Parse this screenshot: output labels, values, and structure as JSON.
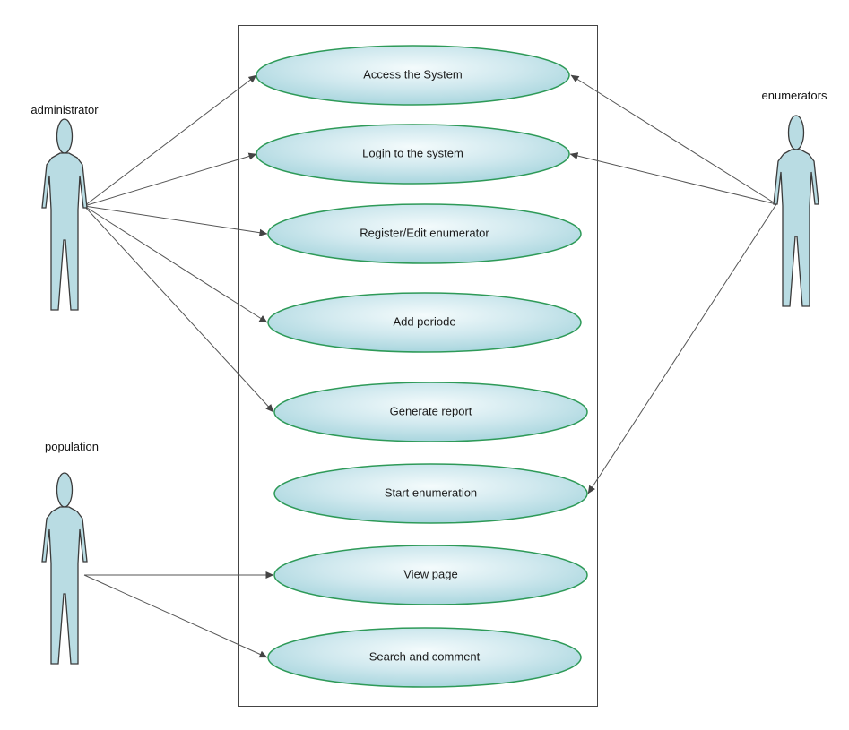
{
  "diagram": {
    "actors": [
      {
        "id": "administrator",
        "label": "administrator"
      },
      {
        "id": "enumerators",
        "label": "enumerators"
      },
      {
        "id": "population",
        "label": "population"
      }
    ],
    "use_cases": [
      {
        "id": "access",
        "label": "Access the System"
      },
      {
        "id": "login",
        "label": "Login to the system"
      },
      {
        "id": "register",
        "label": "Register/Edit enumerator"
      },
      {
        "id": "periode",
        "label": "Add periode"
      },
      {
        "id": "report",
        "label": "Generate report"
      },
      {
        "id": "enumeration",
        "label": "Start enumeration"
      },
      {
        "id": "viewpage",
        "label": "View page"
      },
      {
        "id": "search",
        "label": "Search and comment"
      }
    ],
    "associations": [
      {
        "from": "administrator",
        "to": "access"
      },
      {
        "from": "administrator",
        "to": "login"
      },
      {
        "from": "administrator",
        "to": "register"
      },
      {
        "from": "administrator",
        "to": "periode"
      },
      {
        "from": "administrator",
        "to": "report"
      },
      {
        "from": "enumerators",
        "to": "access"
      },
      {
        "from": "enumerators",
        "to": "login"
      },
      {
        "from": "enumerators",
        "to": "enumeration"
      },
      {
        "from": "population",
        "to": "viewpage"
      },
      {
        "from": "population",
        "to": "search"
      }
    ],
    "colors": {
      "usecase_fill_light": "#f4fbfc",
      "usecase_fill_dark": "#a9d6de",
      "usecase_stroke": "#2e9a58",
      "actor_fill": "#b9dce3",
      "line": "#555555"
    }
  }
}
